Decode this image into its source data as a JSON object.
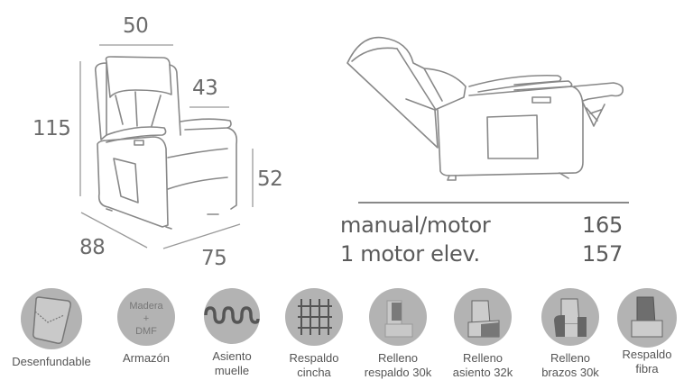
{
  "front_view": {
    "width_label": "50",
    "seat_depth_label": "43",
    "height_label": "115",
    "seat_height_label": "52",
    "depth_label": "88",
    "base_width_label": "75"
  },
  "side_view": {
    "specs": [
      {
        "name": "manual/motor",
        "value": "165"
      },
      {
        "name": "1 motor elev.",
        "value": "157"
      }
    ]
  },
  "features": [
    {
      "icon": "removable-cover-icon",
      "label_line1": "Desenfundable",
      "label_line2": ""
    },
    {
      "icon": "frame-text-icon",
      "label_line1": "Armazón",
      "label_line2": "",
      "icon_text": [
        "Madera",
        "+",
        "DMF"
      ]
    },
    {
      "icon": "spring-icon",
      "label_line1": "Asiento",
      "label_line2": "muelle"
    },
    {
      "icon": "webbing-icon",
      "label_line1": "Respaldo",
      "label_line2": "cincha"
    },
    {
      "icon": "chair-back-fill-icon",
      "label_line1": "Relleno",
      "label_line2": "respaldo 30k"
    },
    {
      "icon": "chair-seat-fill-icon",
      "label_line1": "Relleno",
      "label_line2": "asiento 32k"
    },
    {
      "icon": "chair-arms-fill-icon",
      "label_line1": "Relleno",
      "label_line2": "brazos 30k"
    },
    {
      "icon": "chair-fiber-back-icon",
      "label_line1": "Respaldo",
      "label_line2": "fibra"
    }
  ],
  "colors": {
    "circle": "#b3b3b3",
    "line": "#888888",
    "text": "#5a5a5a"
  }
}
